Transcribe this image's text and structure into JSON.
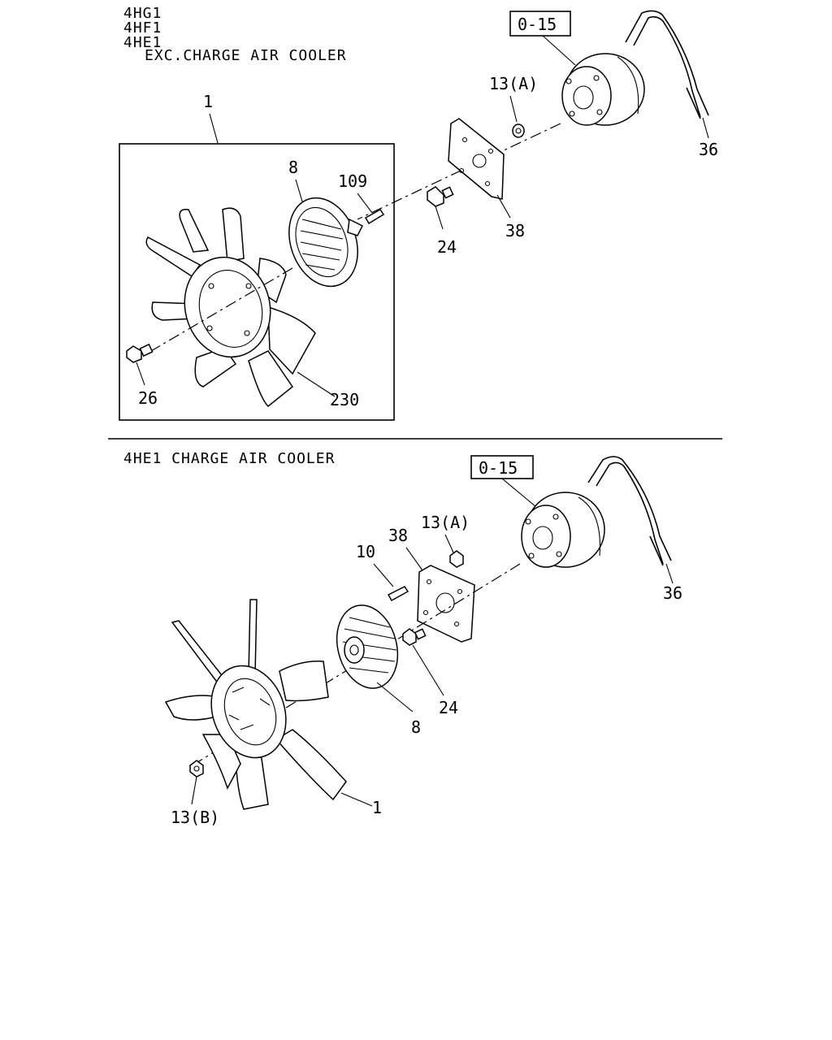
{
  "upper": {
    "engine_codes": [
      "4HG1",
      "4HF1",
      "4HE1"
    ],
    "condition": "EXC.CHARGE AIR COOLER",
    "reference_box": "0-15",
    "callouts": {
      "fan_assembly": "1",
      "fan_clutch": "8",
      "stud": "109",
      "nut_a": "13(A)",
      "bolt_24": "24",
      "spacer": "38",
      "belt": "36",
      "bolt_26": "26",
      "fan_blade": "230"
    }
  },
  "lower": {
    "condition": "4HE1 CHARGE AIR COOLER",
    "reference_box": "0-15",
    "callouts": {
      "nut_a": "13(A)",
      "spacer": "38",
      "stud": "10",
      "belt": "36",
      "bolt_24": "24",
      "fan_clutch": "8",
      "fan": "1",
      "nut_b": "13(B)"
    }
  }
}
